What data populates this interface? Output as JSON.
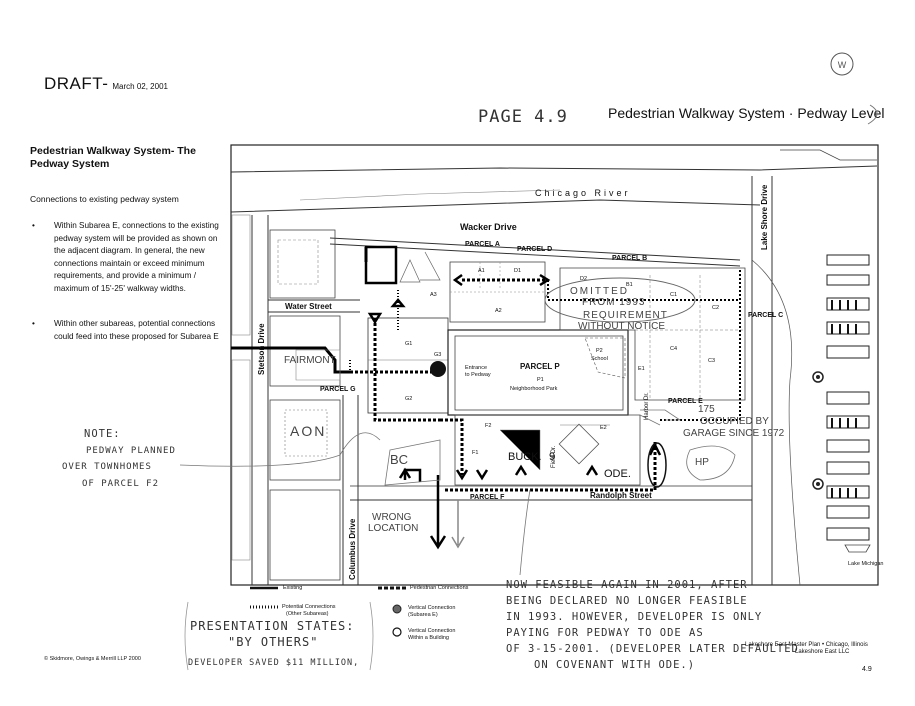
{
  "header": {
    "draft_label": "DRAFT-",
    "draft_date": "March 02, 2001",
    "handwritten_page": "PAGE 4.9",
    "title": "Pedestrian Walkway System · Pedway Level",
    "logo_text": "W"
  },
  "sidebar": {
    "title": "Pedestrian Walkway System- The Pedway System",
    "subtitle": "Connections to existing pedway system",
    "bullet1": "Within Subarea E, connections to the existing pedway system will be provided as shown on the adjacent diagram.  In general, the new connections maintain or exceed minimum requirements, and provide a minimum / maximum of 15'-25' walkway widths.",
    "bullet2": "Within other subareas, potential connections could feed into these proposed for Subarea E"
  },
  "map_labels": {
    "river": "Chicago River",
    "wacker": "Wacker Drive",
    "lake_shore": "Lake Shore Drive",
    "water_street": "Water Street",
    "stetson": "Stetson Drive",
    "randolph": "Randolph Street",
    "columbus": "Columbus Drive",
    "harbor": "Harbor Dr.",
    "field": "Field Dr.",
    "parcel_a": "PARCEL A",
    "parcel_b": "PARCEL B",
    "parcel_c": "PARCEL C",
    "parcel_d": "PARCEL D",
    "parcel_e": "PARCEL E",
    "parcel_f": "PARCEL F",
    "parcel_g": "PARCEL G",
    "parcel_p": "PARCEL P",
    "a1": "A1",
    "a2": "A2",
    "a3": "A3",
    "d1": "D1",
    "d2": "D2",
    "b1": "B1",
    "c1": "C1",
    "c2": "C2",
    "c3": "C3",
    "c4": "C4",
    "e1": "E1",
    "e2": "E2",
    "f1": "F1",
    "f2": "F2",
    "g1": "G1",
    "g2": "G2",
    "g3": "G3",
    "p1": "P1",
    "neighborhood_park": "Neighborhood Park",
    "p2": "P2",
    "school": "School",
    "entrance_line1": "Entrance",
    "entrance_line2": "to Pedway",
    "lake_michigan": "Lake Michigan"
  },
  "handwritten": {
    "omitted1": "OMITTED",
    "omitted2": "FROM 1993",
    "omitted3": "REQUIREMENT",
    "omitted4": "WITHOUT NOTICE",
    "fairmont": "FAIRMONT",
    "aon": "AON",
    "bc": "BC",
    "buck": "BUCK.",
    "nine": "9",
    "ode": "ODE.",
    "hp": "HP",
    "n175": "175",
    "occupied1": "OCCUPIED BY",
    "occupied2": "GARAGE SINCE 1972",
    "wrong1": "WRONG",
    "wrong2": "LOCATION",
    "note_title": "NOTE:",
    "note_line1": "PEDWAY PLANNED",
    "note_line2": "OVER TOWNHOMES",
    "note_line3": "OF PARCEL F2",
    "bottom_line1": "NOW FEASIBLE AGAIN IN 2001, AFTER",
    "bottom_line2": "BEING DECLARED NO LONGER FEASIBLE",
    "bottom_line3": "IN 1993. HOWEVER, DEVELOPER IS ONLY",
    "bottom_line4": "PAYING FOR PEDWAY TO ODE AS",
    "bottom_line5": "OF 3-15-2001. (DEVELOPER LATER DEFAULTED",
    "bottom_line6": "ON COVENANT WITH ODE.)",
    "pres_line1": "PRESENTATION STATES:",
    "pres_line2": "\"BY OTHERS\"",
    "saved": "DEVELOPER SAVED $11 MILLION,"
  },
  "legend": {
    "existing": "Existing",
    "pedestrian": "Pedestrian Connections",
    "potential1": "Potential Connections",
    "potential2": "(Other Subareas)",
    "vertical_e1": "Vertical Connection",
    "vertical_e2": "(Subarea E)",
    "vertical_b1": "Vertical Connection",
    "vertical_b2": "Within a Building"
  },
  "footer": {
    "copyright": "© Skidmore, Owings & Merrill LLP  2000",
    "plan_line1": "Lakeshore East Master Plan • Chicago, Illinois",
    "plan_line2": "Lakeshore East LLC",
    "page_number": "4.9"
  }
}
